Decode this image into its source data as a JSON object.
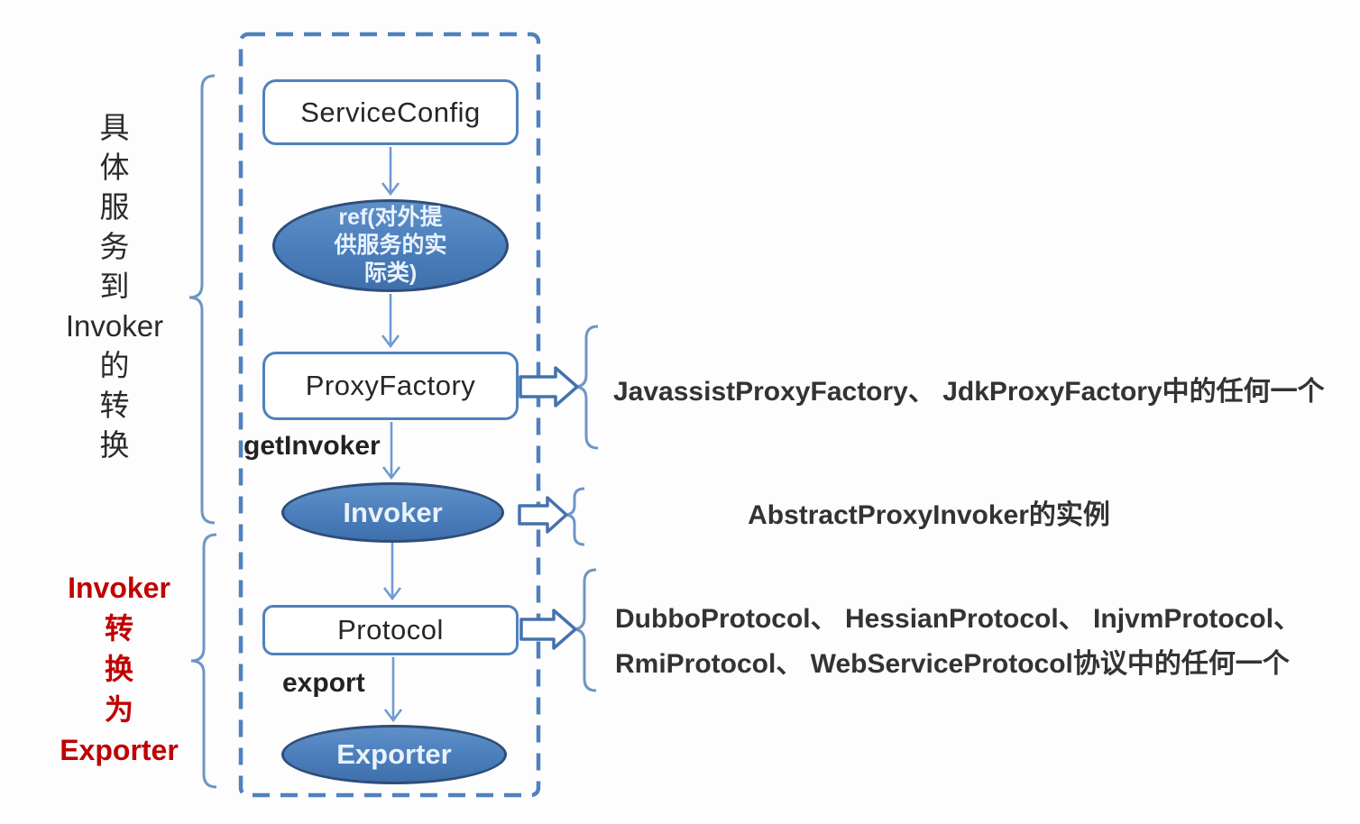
{
  "flow": {
    "service_config": "ServiceConfig",
    "ref_label": "ref(对外提\n供服务的实\n际类)",
    "proxy_factory": "ProxyFactory",
    "get_invoker": "getInvoker",
    "invoker": "Invoker",
    "protocol": "Protocol",
    "export": "export",
    "exporter": "Exporter"
  },
  "left_labels": {
    "to_invoker": "具\n体\n服\n务\n到\nInvoker\n的\n转\n换",
    "to_exporter": "Invoker\n转\n换\n为\nExporter"
  },
  "right_labels": {
    "proxy_factory_impls": "JavassistProxyFactory、 JdkProxyFactory中的任何一个",
    "invoker_impl": "AbstractProxyInvoker的实例",
    "protocol_impls": "DubboProtocol、 HessianProtocol、 InjvmProtocol、\nRmiProtocol、 WebServiceProtocol协议中的任何一个"
  },
  "colors": {
    "node_fill_blue": "#4a7ebb",
    "node_border_dark": "#2e4d79",
    "box_border_blue": "#4f81bd",
    "connector_blue": "#6f9bd1",
    "brace_blue": "#6d96c4",
    "text_dark": "#333333",
    "text_red": "#c00000"
  }
}
